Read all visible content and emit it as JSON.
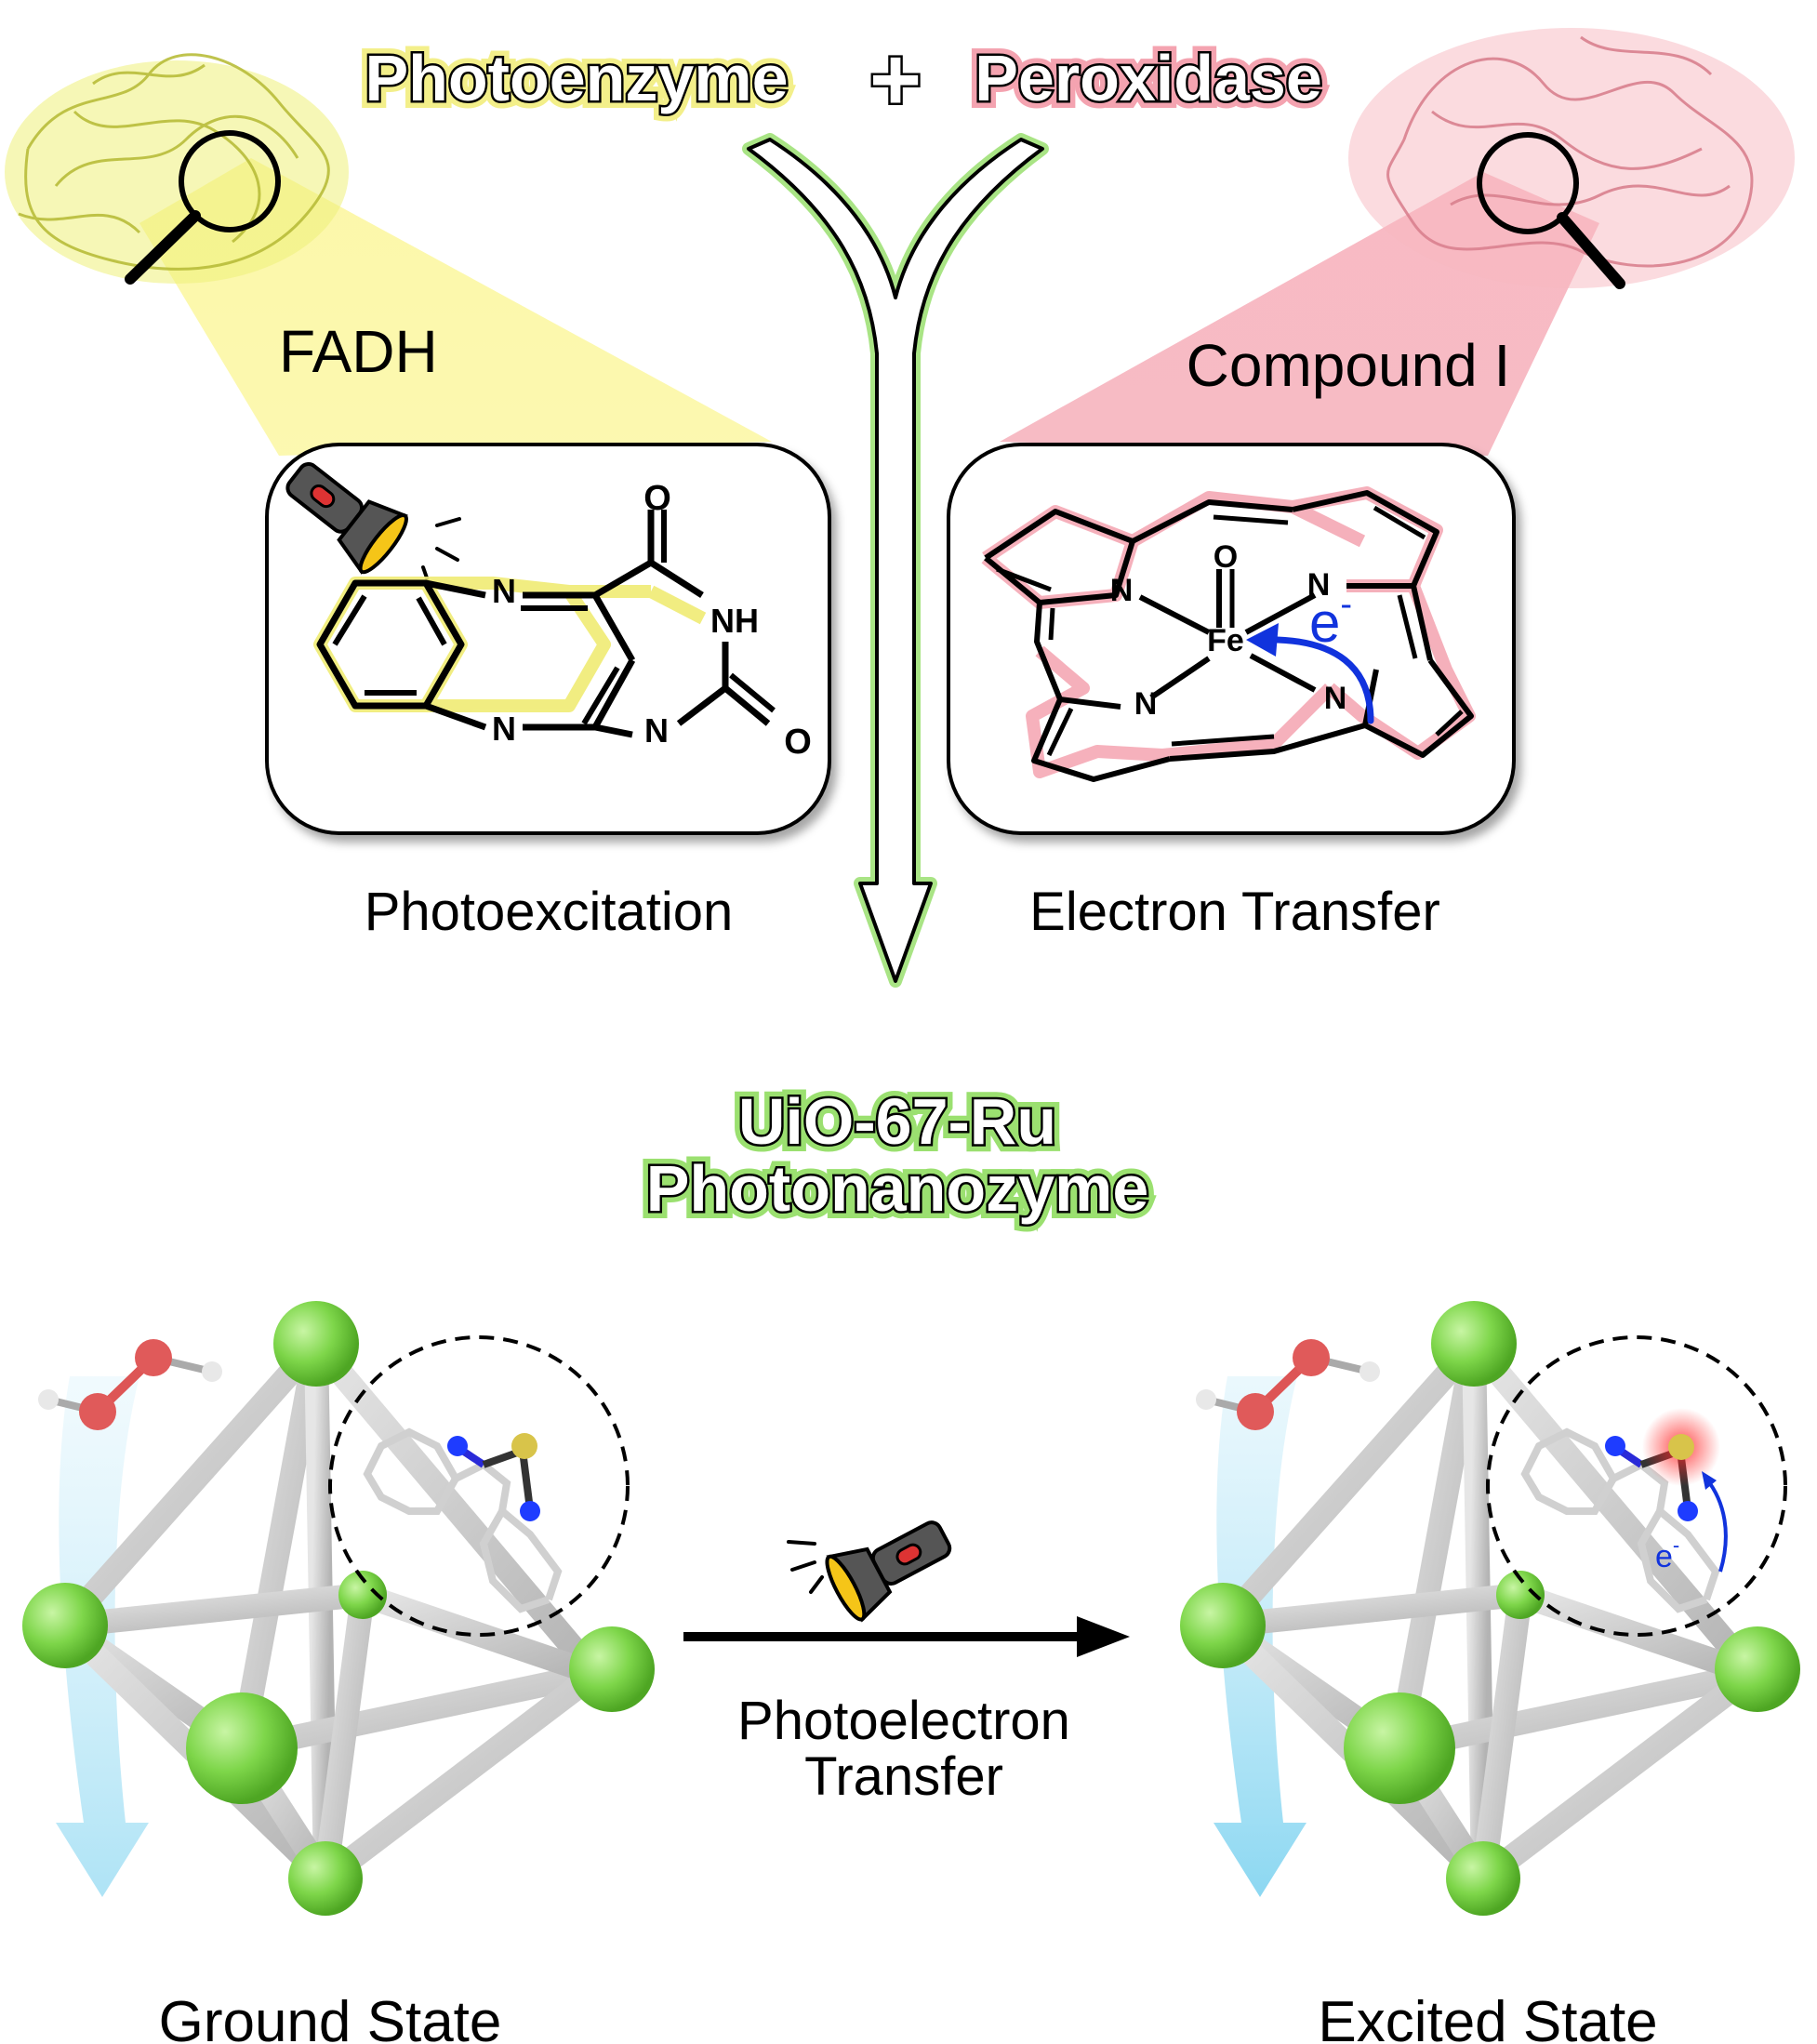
{
  "header": {
    "left_label": "Photoenzyme",
    "plus": "+",
    "right_label": "Peroxidase"
  },
  "left_panel": {
    "cofactor_label": "FADH",
    "caption": "Photoexcitation",
    "atoms": {
      "n_top": "N",
      "n_bottom": "N",
      "n_right": "N",
      "nh": "NH",
      "o_top": "O",
      "o_right": "O"
    }
  },
  "right_panel": {
    "cofactor_label": "Compound I",
    "caption": "Electron Transfer",
    "atoms": {
      "fe": "Fe",
      "o": "O",
      "n1": "N",
      "n2": "N",
      "n3": "N",
      "n4": "N"
    },
    "electron": "e",
    "electron_sup": "-"
  },
  "center": {
    "line1": "UiO-67-Ru",
    "line2": "Photonanozyme"
  },
  "bottom": {
    "transfer_line1": "Photoelectron",
    "transfer_line2": "Transfer",
    "ground_state": "Ground State",
    "excited_state": "Excited State",
    "electron": "e",
    "electron_sup": "-"
  },
  "colors": {
    "yellow_glow": "#f2f08a",
    "pink_glow": "#f4a9b4",
    "green_glow": "#8ee05a",
    "node_green": "#7ed64a",
    "rod_gray": "#c9c9c9",
    "oxygen_red": "#e05a5a",
    "nitrogen_blue": "#1e3cff",
    "sulfur_yellow": "#d8c44a",
    "arrow_blue": "#1133dd",
    "cyan_arrow": "#8fd9f2"
  }
}
